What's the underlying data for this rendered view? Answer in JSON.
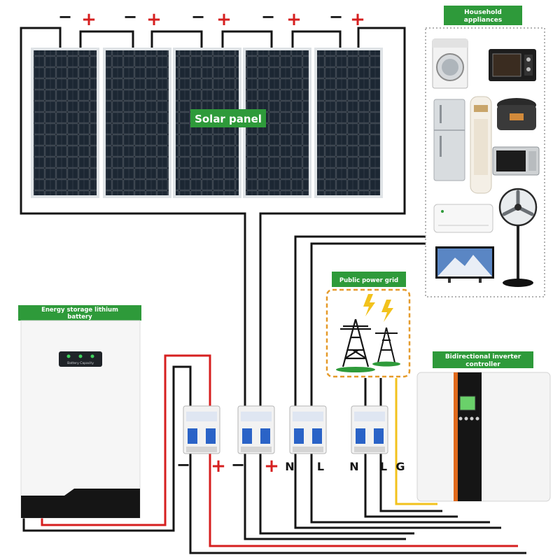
{
  "labels": {
    "solar_panel": "Solar panel",
    "household_appliances_line1": "Household",
    "household_appliances_line2": "appliances",
    "public_power_grid": "Public power grid",
    "energy_storage_line1": "Energy storage lithium",
    "energy_storage_line2": "battery",
    "inverter_line1": "Bidirectional inverter",
    "inverter_line2": "controller"
  },
  "battery_display": {
    "text": "Battery Capacity"
  },
  "panel_terminals": {
    "negative": "−",
    "positive": "+"
  },
  "breaker_terminals": {
    "battery_neg": "−",
    "battery_pos": "+",
    "solar_neg": "−",
    "solar_pos": "+",
    "load_n": "N",
    "load_l": "L",
    "grid_n": "N",
    "grid_l": "L",
    "grid_g": "G"
  },
  "appliances": [
    "washing-machine-icon",
    "oven-icon",
    "refrigerator-icon",
    "air-tower-icon",
    "rice-cooker-icon",
    "microwave-icon",
    "air-conditioner-icon",
    "fan-icon",
    "television-icon"
  ],
  "colors": {
    "wire_black": "#151515",
    "wire_red": "#d61f1f",
    "wire_yellow": "#f2c21c",
    "tag_green": "#2e9a3a",
    "grid_border": "#e59a2a",
    "inverter_accent": "#e06a1c",
    "breaker_blue": "#2a63c7"
  }
}
